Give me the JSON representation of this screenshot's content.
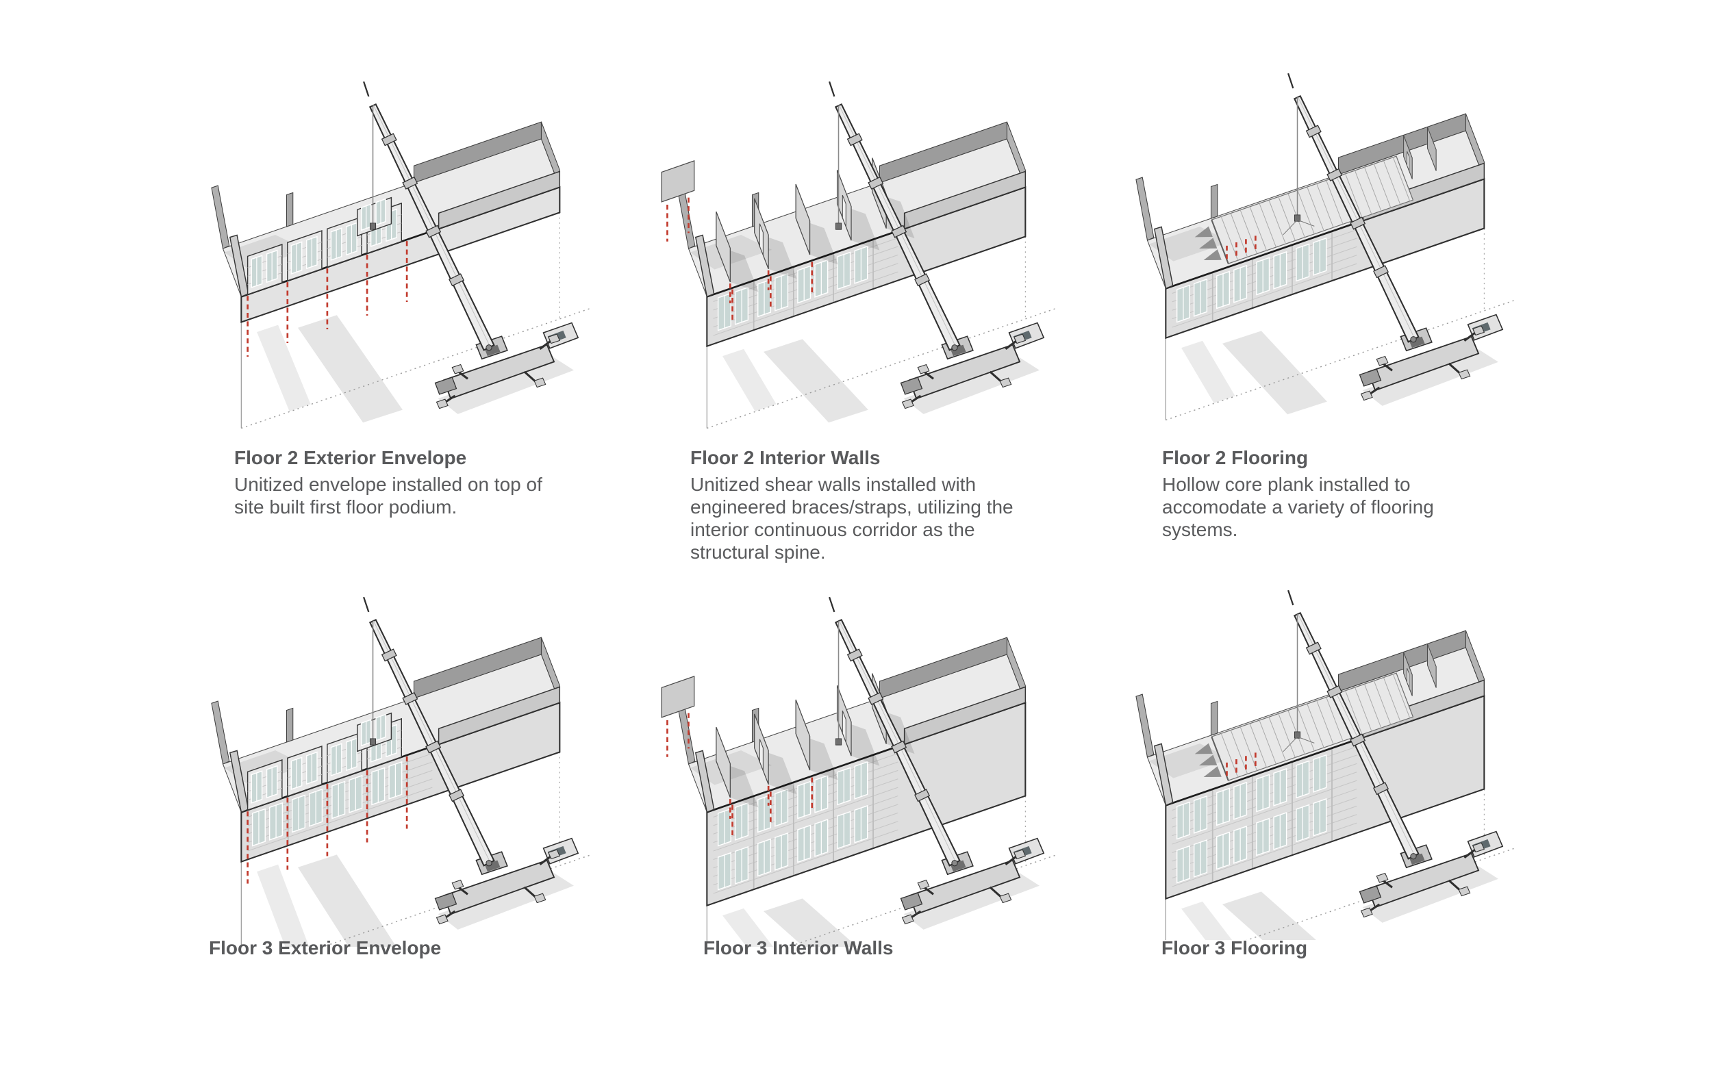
{
  "document": {
    "type": "modular-construction-sequence-diagram",
    "background": "#ffffff"
  },
  "colors": {
    "text": "#58595b",
    "accent_red": "#c23b2e",
    "building_gray": "#e8e8e8",
    "outline": "#2f2f2f",
    "glass": "#c9d7d5"
  },
  "panels": [
    {
      "id": "floor2-exterior-envelope",
      "floor": 2,
      "stage": "exterior-envelope",
      "title": "Floor 2 Exterior Envelope",
      "description": "Unitized envelope installed on top of\nsite built first floor podium."
    },
    {
      "id": "floor2-interior-walls",
      "floor": 2,
      "stage": "interior-walls",
      "title": "Floor 2 Interior Walls",
      "description": "Unitized shear walls installed with\nengineered braces/straps, utilizing the\ninterior continuous corridor as the\nstructural spine."
    },
    {
      "id": "floor2-flooring",
      "floor": 2,
      "stage": "flooring",
      "title": "Floor 2 Flooring",
      "description": "Hollow core plank installed to\naccomodate a variety of flooring\nsystems."
    },
    {
      "id": "floor3-exterior-envelope",
      "floor": 3,
      "stage": "exterior-envelope",
      "title": "Floor 3 Exterior Envelope",
      "description": ""
    },
    {
      "id": "floor3-interior-walls",
      "floor": 3,
      "stage": "interior-walls",
      "title": "Floor 3 Interior Walls",
      "description": ""
    },
    {
      "id": "floor3-flooring",
      "floor": 3,
      "stage": "flooring",
      "title": "Floor 3 Flooring",
      "description": ""
    }
  ]
}
